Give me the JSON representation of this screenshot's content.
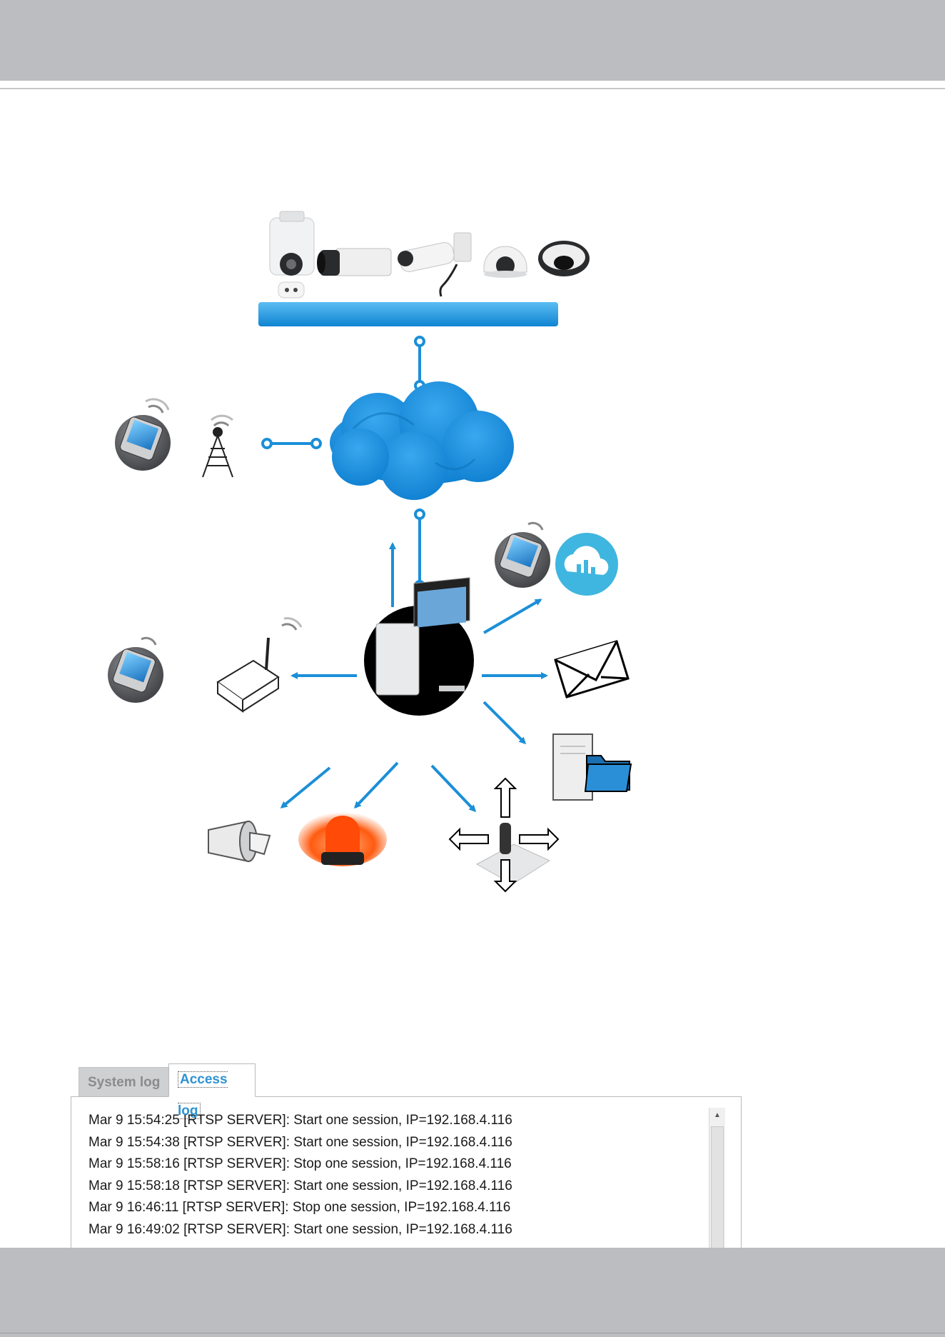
{
  "colors": {
    "header_gray": "#bcbdc0",
    "accent_blue": "#1b8fd8",
    "tab_active_text": "#2f93d2"
  },
  "diagram": {
    "icons": [
      "speed-dome-camera-icon",
      "box-camera-icon",
      "bullet-camera-icon",
      "dome-camera-icon",
      "fisheye-camera-icon",
      "network-bus-icon",
      "internet-cloud-icon",
      "mobile-phone-icon",
      "cell-tower-icon",
      "server-computer-icon",
      "cloud-storage-icon",
      "email-envelope-icon",
      "nas-folder-icon",
      "gsm-modem-icon",
      "horn-speaker-icon",
      "alarm-light-icon",
      "ptz-joystick-icon"
    ]
  },
  "log_viewer": {
    "tabs": [
      {
        "label": "System log",
        "active": false
      },
      {
        "label": "Access log",
        "active": true
      }
    ],
    "lines": [
      "Mar 9 15:54:25 [RTSP SERVER]: Start one session, IP=192.168.4.116",
      "Mar 9 15:54:38 [RTSP SERVER]: Start one session, IP=192.168.4.116",
      "Mar 9 15:58:16 [RTSP SERVER]: Stop one session, IP=192.168.4.116",
      "Mar 9 15:58:18 [RTSP SERVER]: Start one session, IP=192.168.4.116",
      "Mar 9 16:46:11 [RTSP SERVER]: Stop one session, IP=192.168.4.116",
      "Mar 9 16:49:02 [RTSP SERVER]: Start one session, IP=192.168.4.116"
    ]
  }
}
